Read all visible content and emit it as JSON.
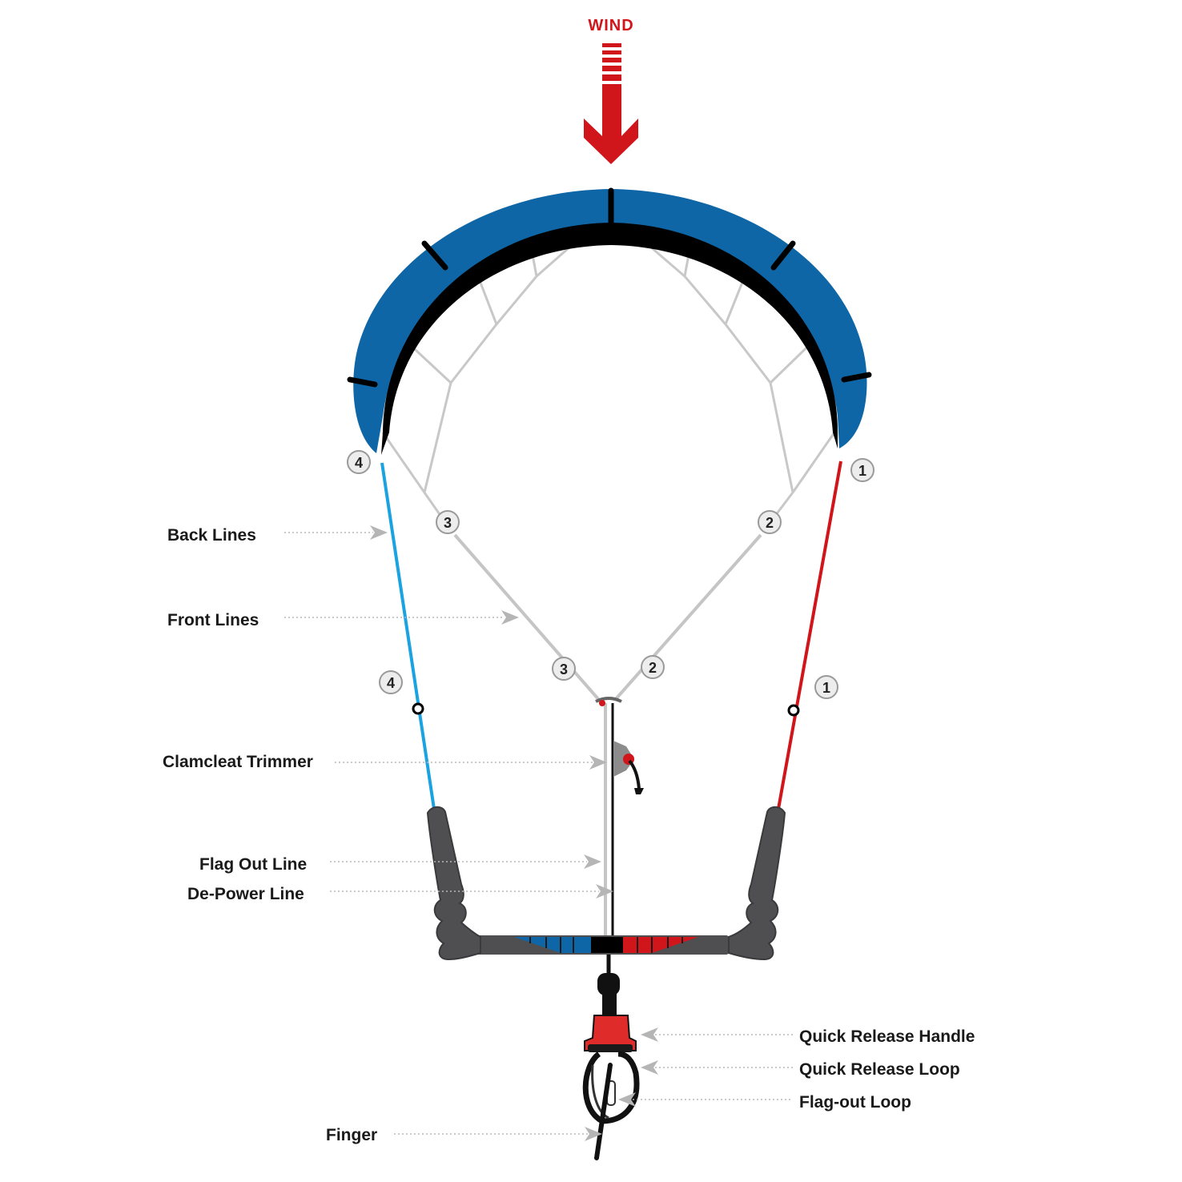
{
  "wind": {
    "label": "WIND"
  },
  "callouts": {
    "back_lines": "Back Lines",
    "front_lines": "Front Lines",
    "clamcleat_trimmer": "Clamcleat Trimmer",
    "flag_out_line": "Flag Out Line",
    "de_power_line": "De-Power Line",
    "quick_release_handle": "Quick Release Handle",
    "quick_release_loop": "Quick Release Loop",
    "flag_out_loop": "Flag-out Loop",
    "finger": "Finger"
  },
  "line_numbers": {
    "back_left_top": "4",
    "back_left_mid": "4",
    "front_left_top": "3",
    "front_left_low": "3",
    "front_right_top": "2",
    "front_right_low": "2",
    "back_right_top": "1",
    "back_right_mid": "1"
  },
  "colors": {
    "kite_canopy": "#0e66a6",
    "leading_edge": "#000000",
    "left_back_line": "#1aa3e0",
    "right_back_line": "#d0151b",
    "front_lines": "#c5c5c5",
    "bar_grip": "#4f4f51",
    "quick_release": "#e02b2b",
    "wind_arrow": "#d0151b"
  },
  "icons": {
    "wind_arrow": "wind-arrow-icon"
  }
}
